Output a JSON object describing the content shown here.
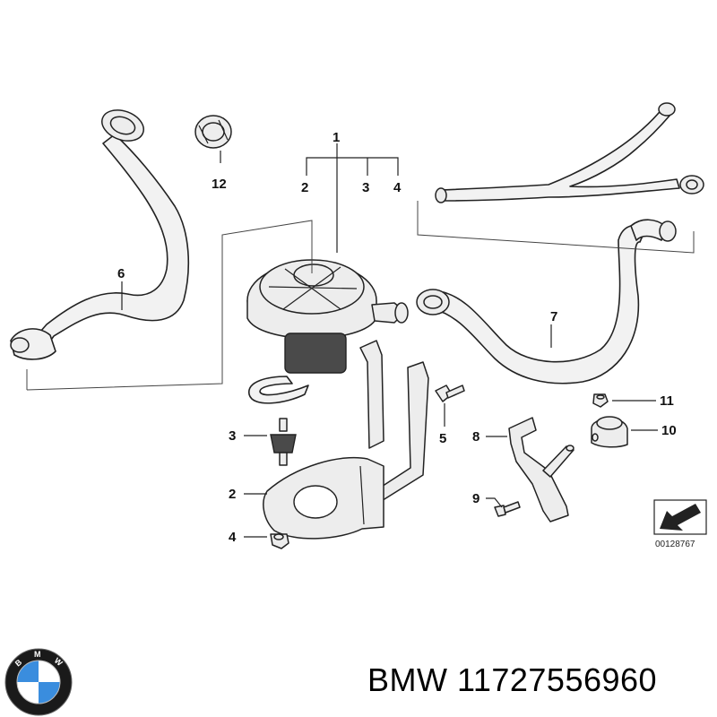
{
  "callouts": {
    "c1": "1",
    "c2a": "2",
    "c3a": "3",
    "c4a": "4",
    "c2b": "2",
    "c3b": "3",
    "c4b": "4",
    "c5": "5",
    "c6": "6",
    "c7": "7",
    "c8": "8",
    "c9": "9",
    "c10": "10",
    "c11": "11",
    "c12": "12"
  },
  "diagram_number": "00128767",
  "caption": "BMW 11727556960",
  "logo_letters": "BMW",
  "colors": {
    "line": "#222222",
    "logo_blue": "#3a8dde",
    "logo_ring": "#1a1a1a"
  }
}
